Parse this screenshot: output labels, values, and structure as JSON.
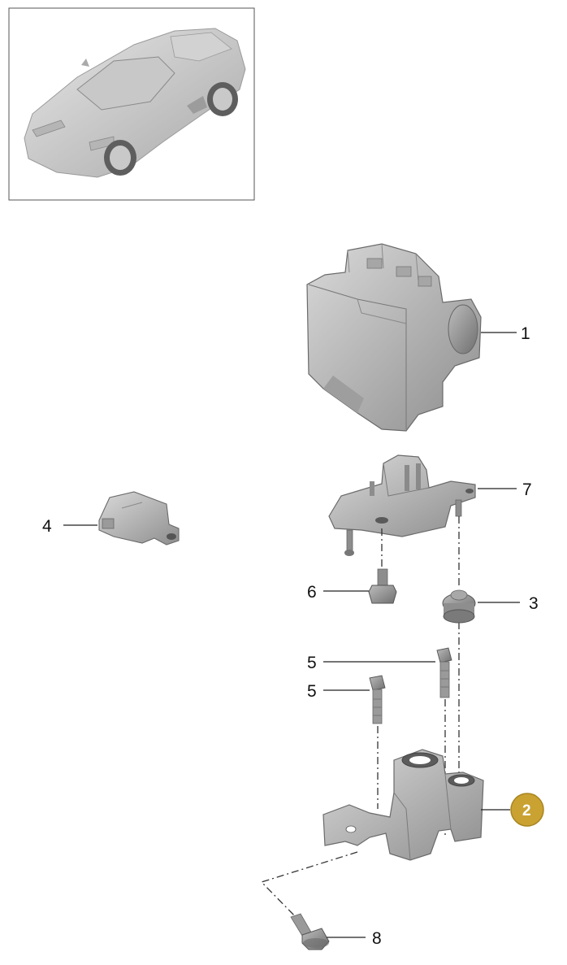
{
  "diagram": {
    "thumbnail_icon": "sports-car-icon",
    "accent_color": "#c9a232",
    "callouts": {
      "c1": "1",
      "c2": "2",
      "c3": "3",
      "c4": "4",
      "c5a": "5",
      "c5b": "5",
      "c6": "6",
      "c7": "7",
      "c8": "8"
    },
    "parts_icons": {
      "p1": "abs-hydraulic-unit-icon",
      "p2": "support-bracket-icon",
      "p3": "rubber-mount-icon",
      "p4": "yaw-rate-sensor-icon",
      "p5": "bolt-icon",
      "p6": "hex-bolt-icon",
      "p7": "mounting-bracket-icon",
      "p8": "flange-bolt-icon"
    }
  }
}
